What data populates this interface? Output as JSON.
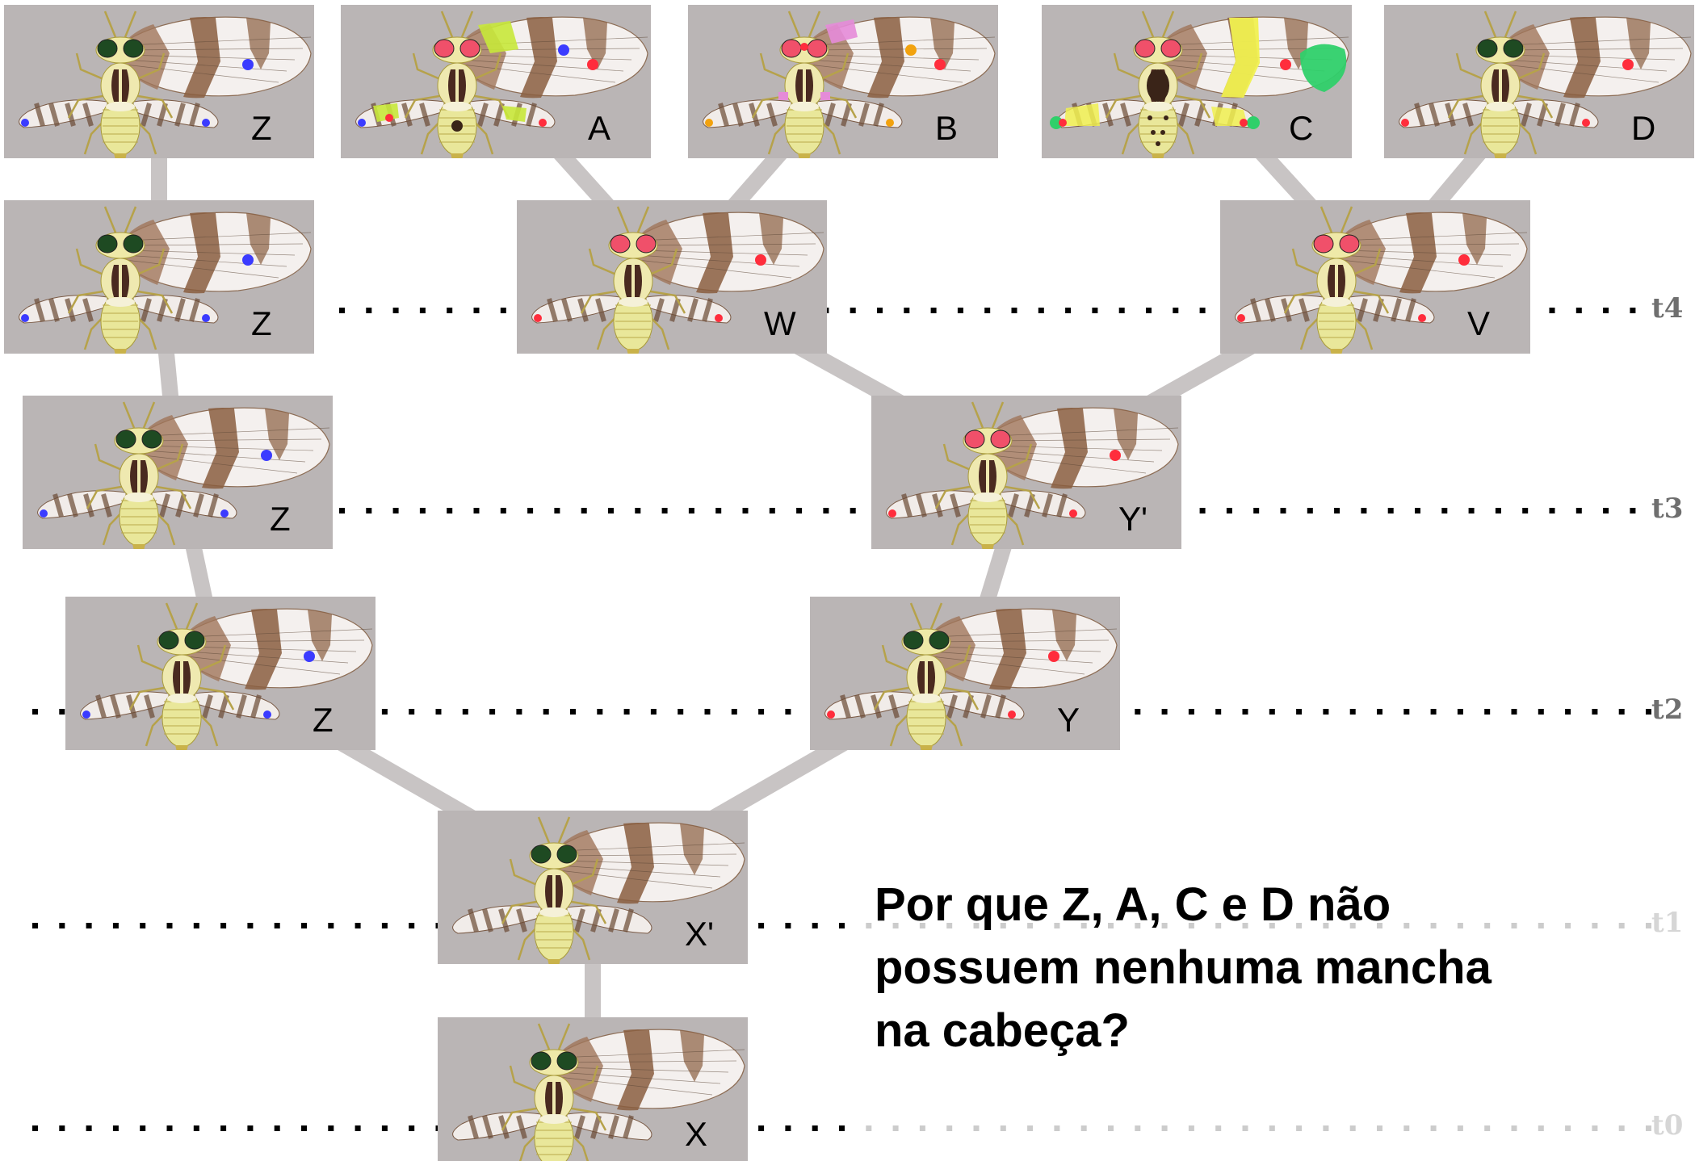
{
  "time_labels": [
    {
      "key": "t4",
      "text": "t4",
      "color": "#6f6f6f"
    },
    {
      "key": "t3",
      "text": "t3",
      "color": "#6f6f6f"
    },
    {
      "key": "t2",
      "text": "t2",
      "color": "#6f6f6f"
    },
    {
      "key": "t1",
      "text": "t1",
      "color": "#d6d6d6"
    },
    {
      "key": "t0",
      "text": "t0",
      "color": "#d6d6d6"
    }
  ],
  "question": {
    "line1": "Por que Z, A, C e D não",
    "line2": "possuem nenhuma mancha",
    "line3": "na cabeça?"
  },
  "colors": {
    "card_background": "#bab5b5",
    "connector": "#c8c4c4",
    "dots_dark": "#000000",
    "dots_faded": "#cccccc",
    "blue_spot": "#3b3bff",
    "red_spot": "#ff2d3c",
    "orange_spot": "#f2a20e",
    "pink_patch": "#e58bd8",
    "yellow_band": "#f0f050",
    "lime_patch": "#c8e83a",
    "green_patch": "#2fd06a",
    "eye_green": "#1e4a22",
    "eye_red": "#f0506a"
  },
  "species": [
    {
      "id": "Z-top",
      "label": "Z",
      "eyes": "green",
      "head_spot": "none",
      "wing_spot": "blue",
      "body_spot": "none",
      "extra": "none"
    },
    {
      "id": "A",
      "label": "A",
      "eyes": "red",
      "head_spot": "none",
      "wing_spot": "blue+red",
      "body_spot": "dark",
      "extra": "lime"
    },
    {
      "id": "B",
      "label": "B",
      "eyes": "red",
      "head_spot": "red",
      "wing_spot": "orange+red",
      "body_spot": "none",
      "extra": "pink"
    },
    {
      "id": "C",
      "label": "C",
      "eyes": "red",
      "head_spot": "none",
      "wing_spot": "red",
      "body_spot": "dark-large",
      "extra": "yellow-green"
    },
    {
      "id": "D",
      "label": "D",
      "eyes": "green",
      "head_spot": "none",
      "wing_spot": "red",
      "body_spot": "none",
      "extra": "none"
    },
    {
      "id": "Z-t4",
      "label": "Z",
      "eyes": "green",
      "head_spot": "none",
      "wing_spot": "blue",
      "body_spot": "none",
      "extra": "none"
    },
    {
      "id": "W",
      "label": "W",
      "eyes": "red",
      "head_spot": "none",
      "wing_spot": "red",
      "body_spot": "none",
      "extra": "none"
    },
    {
      "id": "V",
      "label": "V",
      "eyes": "red",
      "head_spot": "none",
      "wing_spot": "red",
      "body_spot": "none",
      "extra": "none"
    },
    {
      "id": "Z-t3",
      "label": "Z",
      "eyes": "green",
      "head_spot": "none",
      "wing_spot": "blue",
      "body_spot": "none",
      "extra": "none"
    },
    {
      "id": "Y-prime",
      "label": "Y'",
      "eyes": "red",
      "head_spot": "none",
      "wing_spot": "red",
      "body_spot": "none",
      "extra": "none"
    },
    {
      "id": "Z-t2",
      "label": "Z",
      "eyes": "green",
      "head_spot": "none",
      "wing_spot": "blue",
      "body_spot": "none",
      "extra": "none"
    },
    {
      "id": "Y",
      "label": "Y",
      "eyes": "green",
      "head_spot": "none",
      "wing_spot": "red",
      "body_spot": "none",
      "extra": "none"
    },
    {
      "id": "X-prime",
      "label": "X'",
      "eyes": "green",
      "head_spot": "none",
      "wing_spot": "none",
      "body_spot": "none",
      "extra": "none"
    },
    {
      "id": "X",
      "label": "X",
      "eyes": "green",
      "head_spot": "none",
      "wing_spot": "none",
      "body_spot": "none",
      "extra": "none"
    }
  ],
  "links": [
    [
      "Z-top",
      "Z-t4"
    ],
    [
      "A",
      "W"
    ],
    [
      "B",
      "W"
    ],
    [
      "C",
      "V"
    ],
    [
      "D",
      "V"
    ],
    [
      "Z-t4",
      "Z-t3"
    ],
    [
      "W",
      "Y-prime"
    ],
    [
      "V",
      "Y-prime"
    ],
    [
      "Z-t3",
      "Z-t2"
    ],
    [
      "Y-prime",
      "Y"
    ],
    [
      "Z-t2",
      "X-prime"
    ],
    [
      "Y",
      "X-prime"
    ],
    [
      "X-prime",
      "X"
    ]
  ]
}
